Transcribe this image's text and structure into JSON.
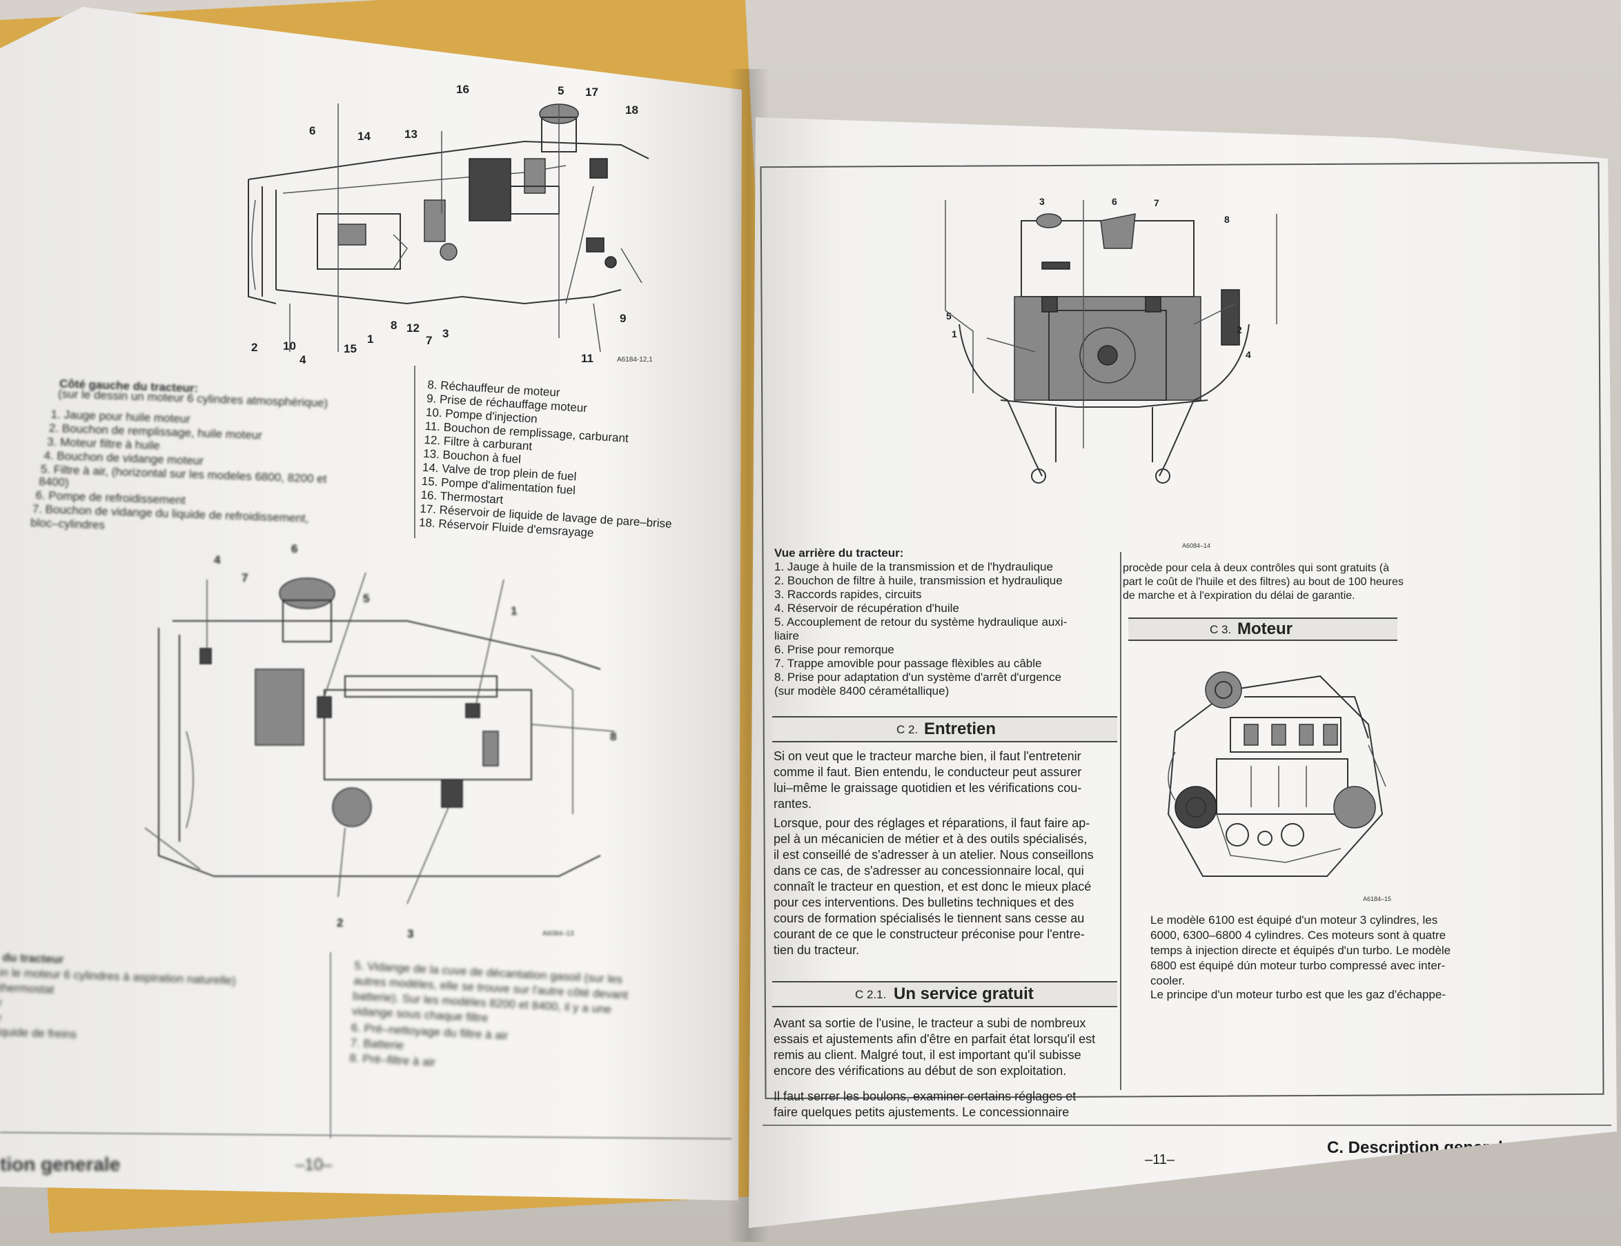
{
  "left_page": {
    "fig1": {
      "callouts": [
        "16",
        "5",
        "17",
        "18",
        "6",
        "14",
        "13",
        "9",
        "2",
        "10",
        "4",
        "15",
        "1",
        "8",
        "12",
        "7",
        "3",
        "11"
      ],
      "code": "A6184-12,1"
    },
    "caption1_title": "Côté gauche du tracteur:",
    "caption1_sub": "(sur le dessin un moteur 6 cylindres atmosphérique)",
    "caption1_items_left": [
      "1.  Jauge pour huile moteur",
      "2.  Bouchon de remplissage, huile moteur",
      "3.  Moteur filtre à huile",
      "4.  Bouchon de vidange moteur",
      "5.  Filtre à air, (horizontal sur les modeles 6800, 8200 et",
      "     8400)",
      "6.  Pompe de refroidissement",
      "7.  Bouchon de vidange du liquide de refroidissement,",
      "     bloc–cylindres"
    ],
    "caption1_items_right": [
      "8.  Réchauffeur de moteur",
      "9.  Prise de réchauffage moteur",
      "10.  Pompe d'injection",
      "11.  Bouchon de remplissage, carburant",
      "12.  Filtre à carburant",
      "13.  Bouchon à fuel",
      "14.  Valve de trop plein de  fuel",
      "15.  Pompe d'alimentation fuel",
      "16.  Thermostart",
      "17.  Réservoir de liquide de lavage de pare–brise",
      "18.  Réservoir Fluide d'emsrayage"
    ],
    "fig2": {
      "callouts": [
        "4",
        "6",
        "7",
        "5",
        "1",
        "8",
        "2",
        "3"
      ],
      "code": "A6084–13"
    },
    "caption2_left": [
      "du tracteur",
      "in le moteur 6 cylindres à aspiration naturelle)",
      "thermostat",
      "r",
      "r",
      "iquide de freins"
    ],
    "caption2_right": [
      "5.  Vidange de la cuve de décantation gasoil (sur les",
      "     autres modèles, elle se trouve sur l'autre côté devant",
      "     batterie). Sur les modèles 8200 et 8400, il y a une",
      "     vidange  sous  chaque filtre",
      "6.  Pré–nettoyage du filtre à air",
      "7.  Batterie",
      "8.  Pré–filtre à air"
    ],
    "footer_left": "tion generale",
    "page_number": "–10–"
  },
  "right_page": {
    "fig3": {
      "callouts": [
        "3",
        "6",
        "7",
        "8",
        "5",
        "1",
        "2",
        "4"
      ],
      "code": "A6084–14"
    },
    "caption3_title": "Vue arrière du tracteur:",
    "caption3_items": [
      "1.  Jauge à huile de la transmission et de l'hydraulique",
      "2.  Bouchon de filtre à huile, transmission et hydraulique",
      "3.  Raccords rapides, circuits",
      "4.  Réservoir de récupération d'huile",
      "5.  Accouplement de retour du système hydraulique auxi-",
      "     liaire",
      "6.  Prise pour remorque",
      "7.  Trappe amovible pour passage flèxibles au câble",
      "8.  Prise pour adaptation d'un système d'arrêt d'urgence",
      "     (sur modèle 8400 céramétallique)"
    ],
    "right_col_top": [
      "procède pour cela à deux contrôles qui sont gratuits (à",
      "part le coût de l'huile et des filtres) au bout de 100 heures",
      "de marche et à l'expiration du délai de garantie."
    ],
    "section_c2": {
      "num": "C 2.",
      "title": "Entretien"
    },
    "c2_para1": [
      "Si on veut que le tracteur marche bien, il faut l'entretenir",
      "comme il faut. Bien entendu, le conducteur peut assurer",
      "lui–même le graissage quotidien et les vérifications cou-",
      "rantes."
    ],
    "c2_para2": [
      "Lorsque, pour des réglages et réparations, il faut faire ap-",
      "pel à un mécanicien de métier et à des outils spécialisés,",
      "il est conseillé de s'adresser à un atelier. Nous conseillons",
      "dans ce cas, de s'adresser au concessionnaire local, qui",
      "connaît le tracteur en question, et est donc le mieux placé",
      "pour ces interventions. Des bulletins techniques et des",
      "cours de formation spécialisés le tiennent sans cesse au",
      "courant de ce que le constructeur préconise pour l'entre-",
      "tien du tracteur."
    ],
    "section_c21": {
      "num": "C 2.1.",
      "title": "Un service gratuit"
    },
    "c21_para1": [
      "Avant sa sortie de l'usine, le tracteur a subi de nombreux",
      "essais et ajustements afin d'être en parfait état lorsqu'il est",
      "remis au client. Malgré tout, il est important qu'il subisse",
      "encore des vérifications au début de son exploitation."
    ],
    "c21_para2": [
      "Il faut serrer les boulons, examiner certains réglages et",
      "faire quelques petits ajustements. Le concessionnaire"
    ],
    "section_c3": {
      "num": "C 3.",
      "title": "Moteur"
    },
    "engine_code": "A6184–15",
    "c3_para": [
      "Le modèle 6100 est équipé d'un moteur 3 cylindres, les",
      "6000, 6300–6800 4 cylindres. Ces moteurs sont à quatre",
      "temps à injection directe et équipés d'un turbo. Le modèle",
      "6800 est équipé dún moteur turbo compressé avec inter-",
      "cooler.",
      "Le principe d'un moteur turbo est que les gaz d'échappe-"
    ],
    "page_number": "–11–",
    "footer_right": "C. Description generale"
  }
}
